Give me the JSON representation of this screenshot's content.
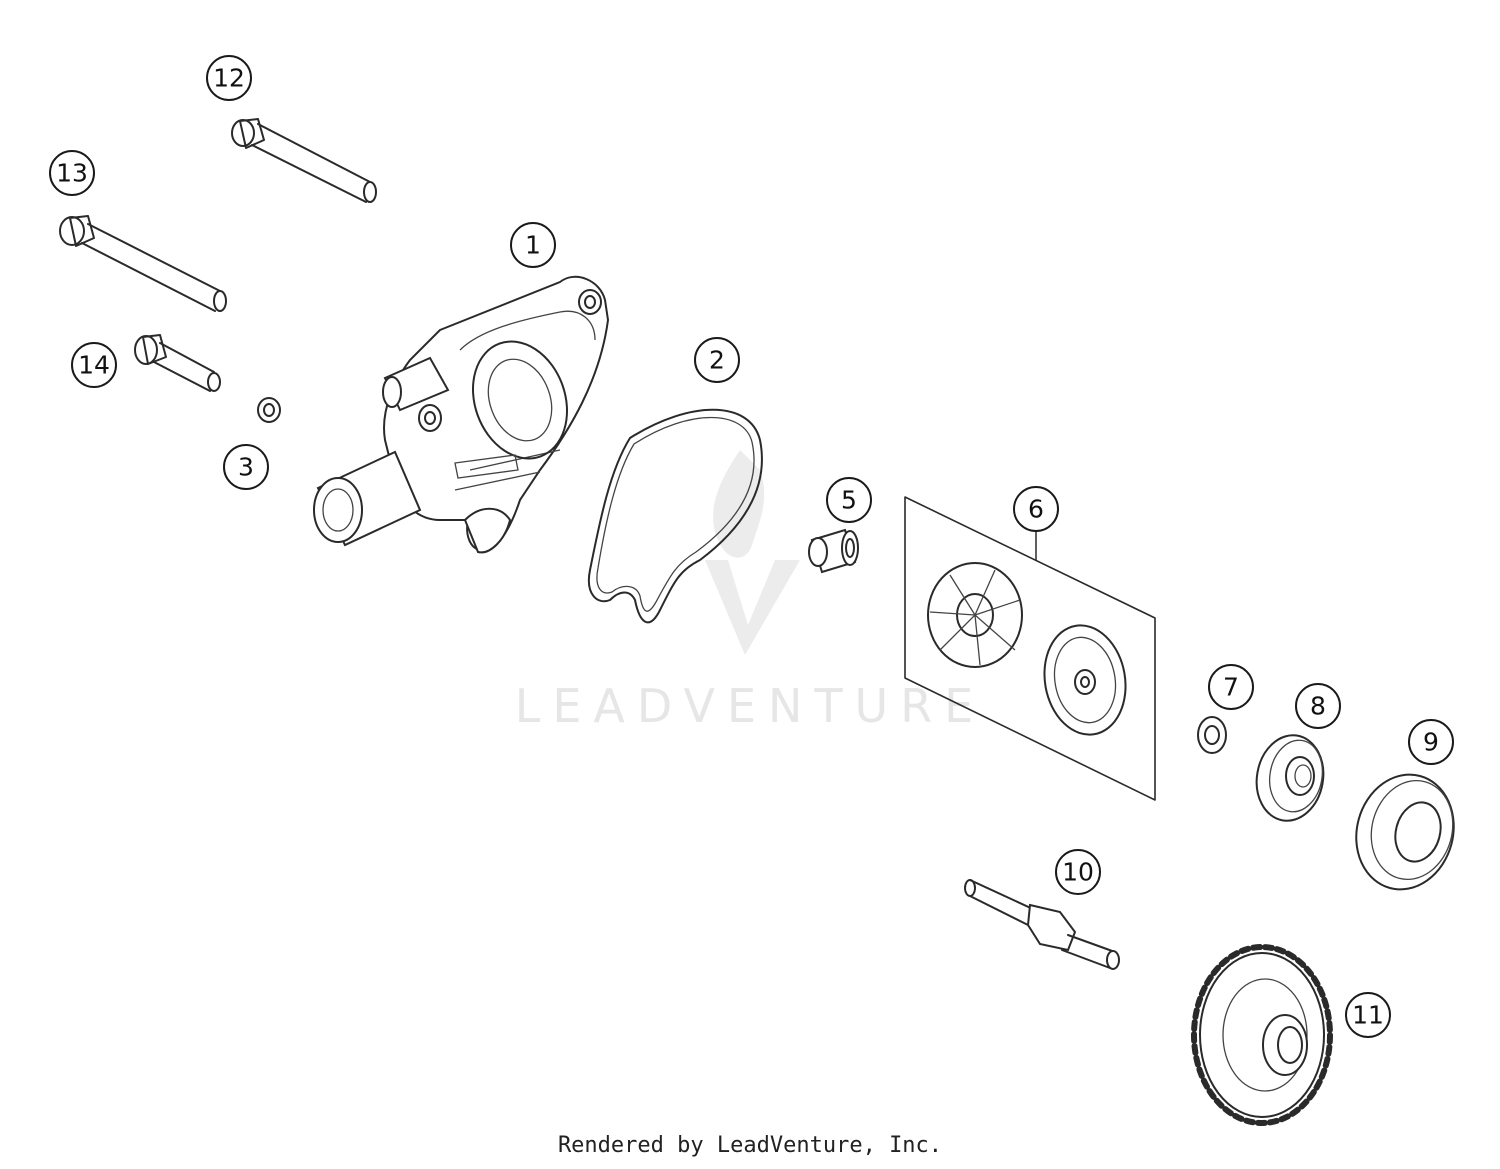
{
  "watermark": {
    "text": "LEADVENTURE"
  },
  "callouts": [
    {
      "id": "callout-1",
      "label": "1"
    },
    {
      "id": "callout-2",
      "label": "2"
    },
    {
      "id": "callout-3",
      "label": "3"
    },
    {
      "id": "callout-5",
      "label": "5"
    },
    {
      "id": "callout-6",
      "label": "6"
    },
    {
      "id": "callout-7",
      "label": "7"
    },
    {
      "id": "callout-8",
      "label": "8"
    },
    {
      "id": "callout-9",
      "label": "9"
    },
    {
      "id": "callout-10",
      "label": "10"
    },
    {
      "id": "callout-11",
      "label": "11"
    },
    {
      "id": "callout-12",
      "label": "12"
    },
    {
      "id": "callout-13",
      "label": "13"
    },
    {
      "id": "callout-14",
      "label": "14"
    }
  ],
  "footer": {
    "text": "Rendered by LeadVenture, Inc."
  }
}
